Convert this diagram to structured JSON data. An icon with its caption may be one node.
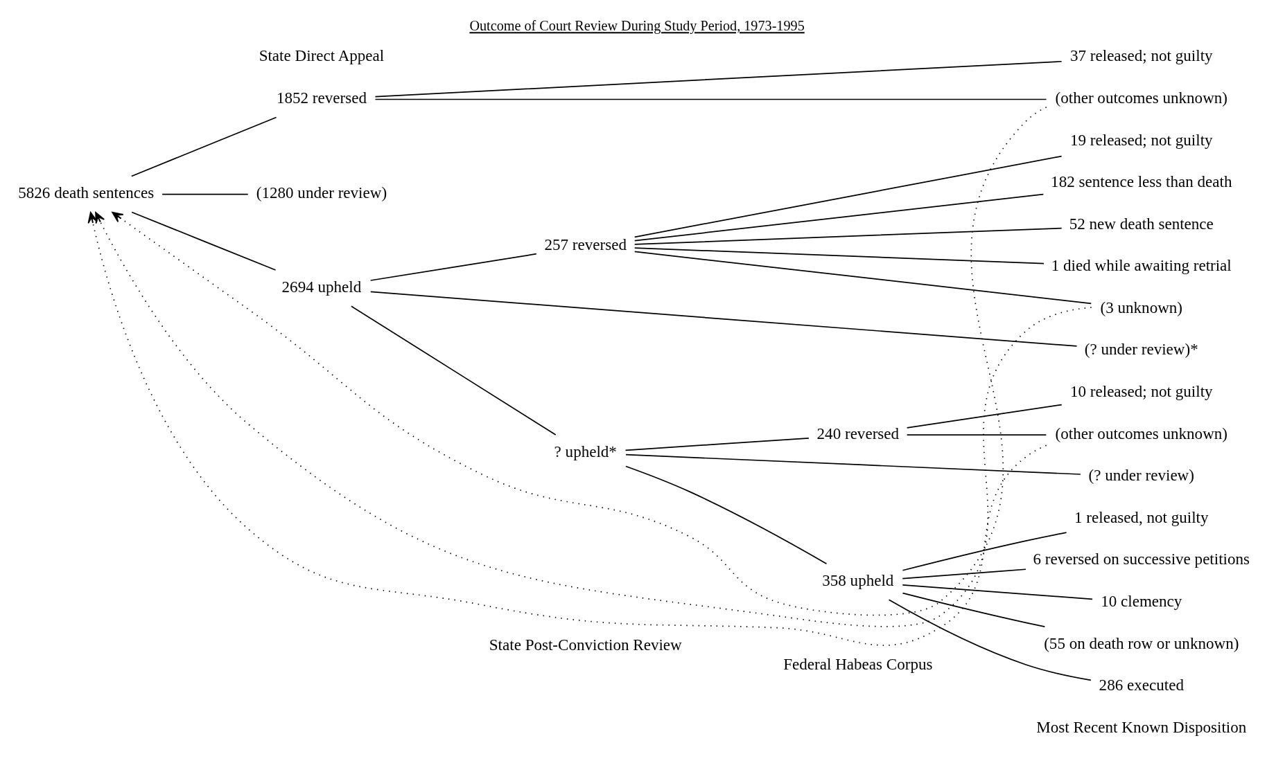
{
  "diagram": {
    "title": "Outcome of Court Review During Study Period, 1973-1995",
    "nodes": [
      {
        "text": [
          "5826 death sentences"
        ]
      },
      {
        "text": [
          "1852 reversed"
        ]
      },
      {
        "text": [
          "(1280 under review)"
        ]
      },
      {
        "text": [
          "2694 upheld"
        ]
      },
      {
        "text": [
          "257 reversed"
        ]
      },
      {
        "text": [
          "(? under review)*"
        ]
      },
      {
        "text": [
          "? upheld*"
        ]
      },
      {
        "text": [
          "240 reversed"
        ]
      },
      {
        "text": [
          "(? under review)"
        ]
      },
      {
        "text": [
          "358 upheld"
        ]
      },
      {
        "text": [
          "37 released; not guilty"
        ]
      },
      {
        "text": [
          "(other outcomes unknown)"
        ]
      },
      {
        "text": [
          "19 released; not guilty"
        ]
      },
      {
        "text": [
          "182 sentence less than death"
        ]
      },
      {
        "text": [
          "52 new death sentence"
        ]
      },
      {
        "text": [
          "1 died while awaiting retrial"
        ]
      },
      {
        "text": [
          "(3 unknown)"
        ]
      },
      {
        "text": [
          "10 released; not guilty"
        ]
      },
      {
        "text": [
          "(other outcomes unknown)"
        ]
      },
      {
        "text": [
          "1 released, not guilty"
        ]
      },
      {
        "text": [
          "6 reversed on successive petitions"
        ]
      },
      {
        "text": [
          "10 clemency"
        ]
      },
      {
        "text": [
          "(55 on death row or unknown)"
        ]
      },
      {
        "text": [
          "286 executed"
        ]
      }
    ],
    "edges": [
      {
        "from": 0,
        "to": 1,
        "arrow": "none"
      },
      {
        "from": 0,
        "to": 2,
        "arrow": "none"
      },
      {
        "from": 0,
        "to": 3,
        "arrow": "none"
      },
      {
        "from": 3,
        "to": 4,
        "arrow": "none"
      },
      {
        "from": 3,
        "to": 5,
        "arrow": "none"
      },
      {
        "from": 3,
        "to": 6,
        "arrow": "none"
      },
      {
        "from": 6,
        "to": 7,
        "arrow": "none"
      },
      {
        "from": 6,
        "to": 8,
        "arrow": "none"
      },
      {
        "from": 6,
        "to": 9,
        "arrow": "none"
      },
      {
        "from": 1,
        "to": 10,
        "arrow": "none"
      },
      {
        "from": 1,
        "to": 11,
        "arrow": "none"
      },
      {
        "from": 4,
        "to": 12,
        "arrow": "none"
      },
      {
        "from": 4,
        "to": 13,
        "arrow": "none"
      },
      {
        "from": 4,
        "to": 14,
        "arrow": "none"
      },
      {
        "from": 4,
        "to": 15,
        "arrow": "none"
      },
      {
        "from": 4,
        "to": 16,
        "arrow": "none"
      },
      {
        "from": 7,
        "to": 17,
        "arrow": "none"
      },
      {
        "from": 7,
        "to": 18,
        "arrow": "none"
      },
      {
        "from": 9,
        "to": 19,
        "arrow": "none"
      },
      {
        "from": 9,
        "to": 20,
        "arrow": "none"
      },
      {
        "from": 9,
        "to": 21,
        "arrow": "none"
      },
      {
        "from": 9,
        "to": 22,
        "arrow": "none"
      },
      {
        "from": 9,
        "to": 23,
        "arrow": "none"
      },
      {
        "from": 11,
        "to": 0,
        "arrow": "to",
        "style": "dashed"
      },
      {
        "from": 16,
        "to": 0,
        "arrow": "to",
        "style": "dashed"
      },
      {
        "from": 18,
        "to": 0,
        "arrow": "to",
        "style": "dashed"
      }
    ],
    "labels": [
      "State Direct Appeal",
      "State Post-Conviction Review",
      "Federal Habeas Corpus",
      "Most Recent Known Disposition"
    ]
  }
}
